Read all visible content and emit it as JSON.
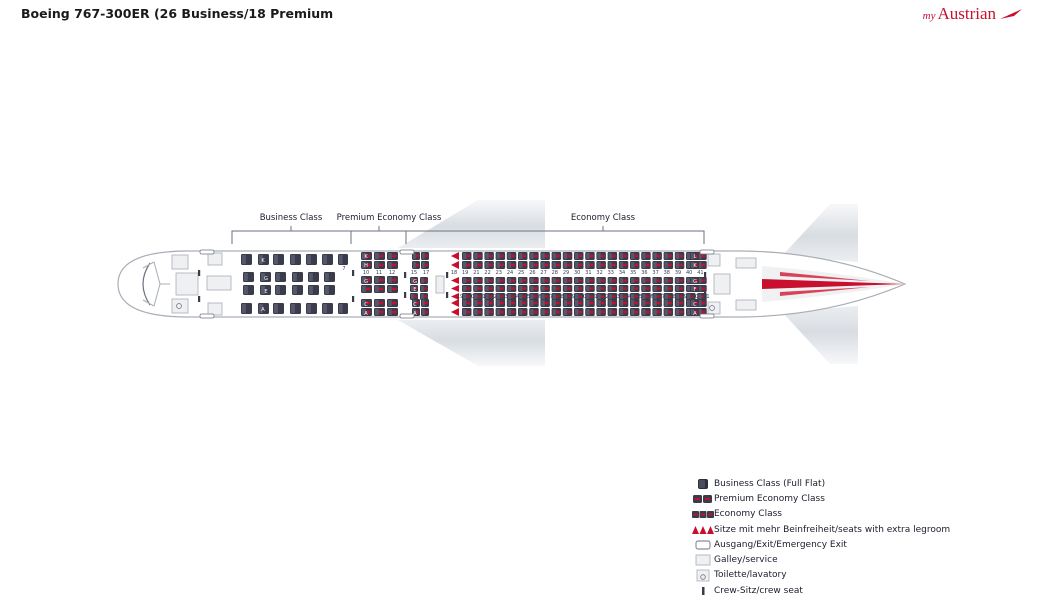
{
  "header": {
    "title": "Boeing 767-300ER (26 Business/18 Premium",
    "logo_prefix": "my",
    "logo_brand": "Austrian"
  },
  "sections": {
    "business": "Business Class",
    "premium": "Premium Economy Class",
    "economy": "Economy Class"
  },
  "seat_letters": {
    "business": [
      "K",
      "G",
      "E",
      "A"
    ],
    "premium": [
      "K",
      "H",
      "G",
      "C",
      "A"
    ],
    "economy_window_top": [
      "L",
      "K"
    ],
    "economy_middle": [
      "G",
      "F",
      "E"
    ],
    "economy_window_bottom": [
      "C",
      "A"
    ]
  },
  "row_numbers": {
    "business_last": "7",
    "premium": [
      "10",
      "11",
      "12"
    ],
    "economy_start": [
      "15",
      "17"
    ],
    "economy_top": [
      "18",
      "19",
      "21",
      "22",
      "23",
      "24",
      "25",
      "26",
      "27",
      "28",
      "29",
      "30",
      "31",
      "32",
      "33",
      "34",
      "35",
      "36",
      "37",
      "38",
      "39",
      "40",
      "41"
    ],
    "economy_bottom": [
      "19",
      "20",
      "21",
      "22",
      "23",
      "24",
      "25",
      "26",
      "27",
      "28",
      "29",
      "30",
      "31",
      "32",
      "33",
      "34",
      "35",
      "36",
      "37",
      "38",
      "39",
      "40",
      "41"
    ]
  },
  "legend": [
    {
      "icon": "business-seat-icon",
      "label": "Business Class (Full Flat)"
    },
    {
      "icon": "premium-seat-icon",
      "label": "Premium Economy Class"
    },
    {
      "icon": "economy-seat-icon",
      "label": "Economy Class"
    },
    {
      "icon": "extra-legroom-seat-icon",
      "label": "Sitze mit mehr Beinfreiheit/seats with extra legroom"
    },
    {
      "icon": "exit-icon",
      "label": "Ausgang/Exit/Emergency Exit"
    },
    {
      "icon": "galley-icon",
      "label": "Galley/service"
    },
    {
      "icon": "lavatory-icon",
      "label": "Toilette/lavatory"
    },
    {
      "icon": "crew-seat-icon",
      "label": "Crew-Sitz/crew seat"
    }
  ],
  "colors": {
    "seat_dark": "#3a3c4c",
    "seat_red": "#c8102e",
    "fuselage_outline": "#a9adb6",
    "wing": "#dfe3e8"
  }
}
